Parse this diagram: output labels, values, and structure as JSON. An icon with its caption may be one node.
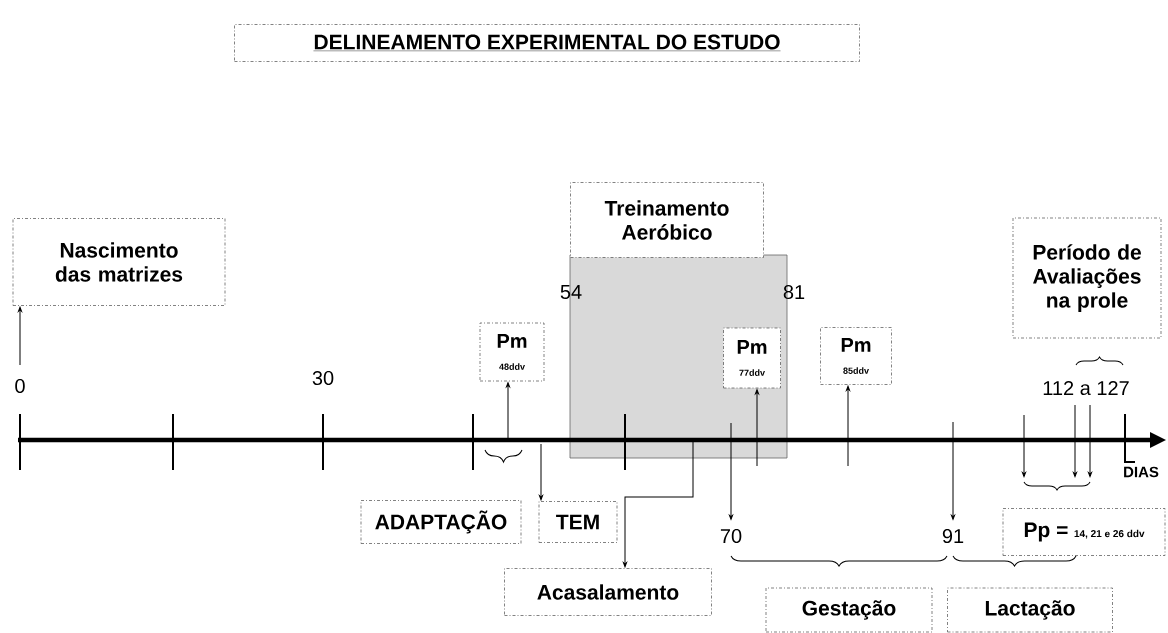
{
  "diagram": {
    "title": "DELINEAMENTO EXPERIMENTAL DO ESTUDO",
    "nodes": [
      {
        "text": [
          "Nascimento das matrizes"
        ]
      },
      {
        "text": [
          "Treinamento Aeróbico"
        ]
      },
      {
        "text": [
          "Período de Avaliações na prole"
        ]
      },
      {
        "text": [
          "Pm",
          "48ddv"
        ]
      },
      {
        "text": [
          "Pm",
          "77ddv"
        ]
      },
      {
        "text": [
          "Pm",
          "85ddv"
        ]
      },
      {
        "text": [
          "ADAPTAÇÃO"
        ]
      },
      {
        "text": [
          "TEM"
        ]
      },
      {
        "text": [
          "Acasalamento"
        ]
      },
      {
        "text": [
          "70"
        ]
      },
      {
        "text": [
          "91"
        ]
      },
      {
        "text": [
          "Gestação"
        ]
      },
      {
        "text": [
          "Lactação"
        ]
      },
      {
        "text": [
          "Pp =",
          "14, 21 e 26 ddv"
        ]
      },
      {
        "text": [],
        "shape": "bar"
      }
    ],
    "edges": [
      {
        "from": null,
        "to": 0,
        "arrow": "to"
      },
      {
        "from": 14,
        "to": 3,
        "arrow": "to"
      },
      {
        "from": 14,
        "to": 4,
        "arrow": "to"
      },
      {
        "from": 14,
        "to": 5,
        "arrow": "to"
      },
      {
        "from": 14,
        "to": 7,
        "arrow": "to"
      },
      {
        "from": 14,
        "to": 8,
        "arrow": "to"
      },
      {
        "from": 14,
        "to": 9,
        "arrow": "to"
      },
      {
        "from": 14,
        "to": 10,
        "arrow": "to"
      }
    ],
    "labels": [
      "0",
      "30",
      "54",
      "81",
      "112 a 127",
      "DIAS"
    ]
  }
}
